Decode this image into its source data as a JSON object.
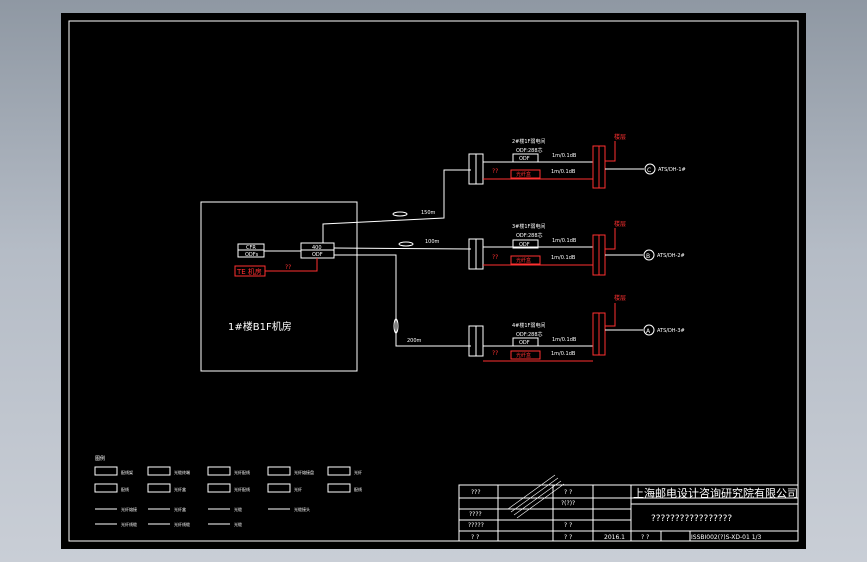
{
  "room": {
    "label": "1#楼B1F机房"
  },
  "main": {
    "top": "400",
    "bottom": "ODF",
    "left_top": "CFR",
    "left_bottom": "ODFs",
    "red_box": "TE 机房",
    "red_label": "??"
  },
  "cable_lengths": [
    "150m",
    "100m",
    "200m"
  ],
  "branches": [
    {
      "title": "2#楼1F弱电间",
      "sub": "ODF:288芯",
      "box": "ODF",
      "red_box": "光纤盒",
      "cap1": "1m/0.1dB",
      "cap2": "1m/0.1dB",
      "red_text": "??",
      "tag": "楼层",
      "end": "C",
      "end_label": "ATS/DH-1#"
    },
    {
      "title": "3#楼1F弱电间",
      "sub": "ODF:288芯",
      "box": "ODF",
      "red_box": "光纤盒",
      "cap1": "1m/0.1dB",
      "cap2": "1m/0.1dB",
      "red_text": "??",
      "tag": "楼层",
      "end": "B",
      "end_label": "ATS/DH-2#"
    },
    {
      "title": "4#楼1F弱电间",
      "sub": "ODF:288芯",
      "box": "ODF",
      "red_box": "光纤盒",
      "cap1": "1m/0.1dB",
      "cap2": "1m/0.1dB",
      "red_text": "??",
      "tag": "楼层",
      "end": "A",
      "end_label": "ATS/DH-3#"
    }
  ],
  "legend": {
    "title": "图例",
    "row1": [
      "配线架",
      "光缆终端",
      "光纤配线",
      "光纤熔接盘",
      "光纤"
    ],
    "row2": [
      "配线",
      "光纤盒",
      "光纤配线",
      "光纤",
      "配线"
    ],
    "row3": [
      "光纤熔接",
      "光纤盒",
      "光缆",
      "光缆接头"
    ],
    "row4": [
      "光纤线缆",
      "光纤线缆",
      "光缆"
    ]
  },
  "title_block": {
    "company": "上海邮电设计咨询研究院有限公司",
    "drawing": "?????????????????",
    "date": "2016.1",
    "number": "ISSBI002(?)S-XD-01 1/3",
    "cells": [
      "???",
      "? ?",
      "?(?)?",
      "????",
      "?????",
      "? ?",
      "? ?",
      "? ?",
      "? ?"
    ]
  }
}
